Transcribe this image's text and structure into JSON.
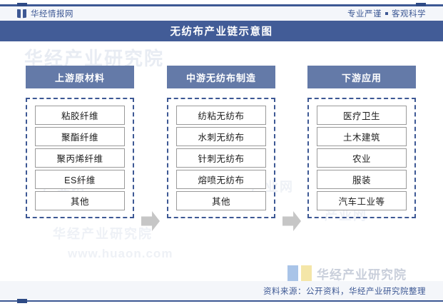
{
  "header": {
    "brand_name": "华经情报网",
    "slogan_left": "专业严谨",
    "slogan_right": "客观科学",
    "logo_icon": "book-logo-icon"
  },
  "title": "无纺布产业链示意图",
  "diagram": {
    "columns": [
      {
        "head": "上游原材料",
        "nodes": [
          "粘胶纤维",
          "聚酯纤维",
          "聚丙烯纤维",
          "ES纤维",
          "其他"
        ]
      },
      {
        "head": "中游无纺布制造",
        "nodes": [
          "纺粘无纺布",
          "水刺无纺布",
          "针刺无纺布",
          "熔喷无纺布",
          "其他"
        ]
      },
      {
        "head": "下游应用",
        "nodes": [
          "医疗卫生",
          "土木建筑",
          "农业",
          "服装",
          "汽车工业等"
        ]
      }
    ],
    "arrows": [
      "arrow-right-icon",
      "arrow-right-icon"
    ]
  },
  "watermarks": {
    "institute": "华经产业研究院",
    "url": "www.huaon.com",
    "short": "产业网"
  },
  "footer": {
    "source": "资料来源：公开资料，华经产业研究院整理"
  },
  "colors": {
    "brand_blue": "#3d5894",
    "title_band": "#425c97",
    "column_head": "#647aa8",
    "node_border": "#9a9a9a",
    "dashed_border": "#3d5894",
    "arrow": "#c6c6c6",
    "band_bg": "#f4f6fa"
  }
}
